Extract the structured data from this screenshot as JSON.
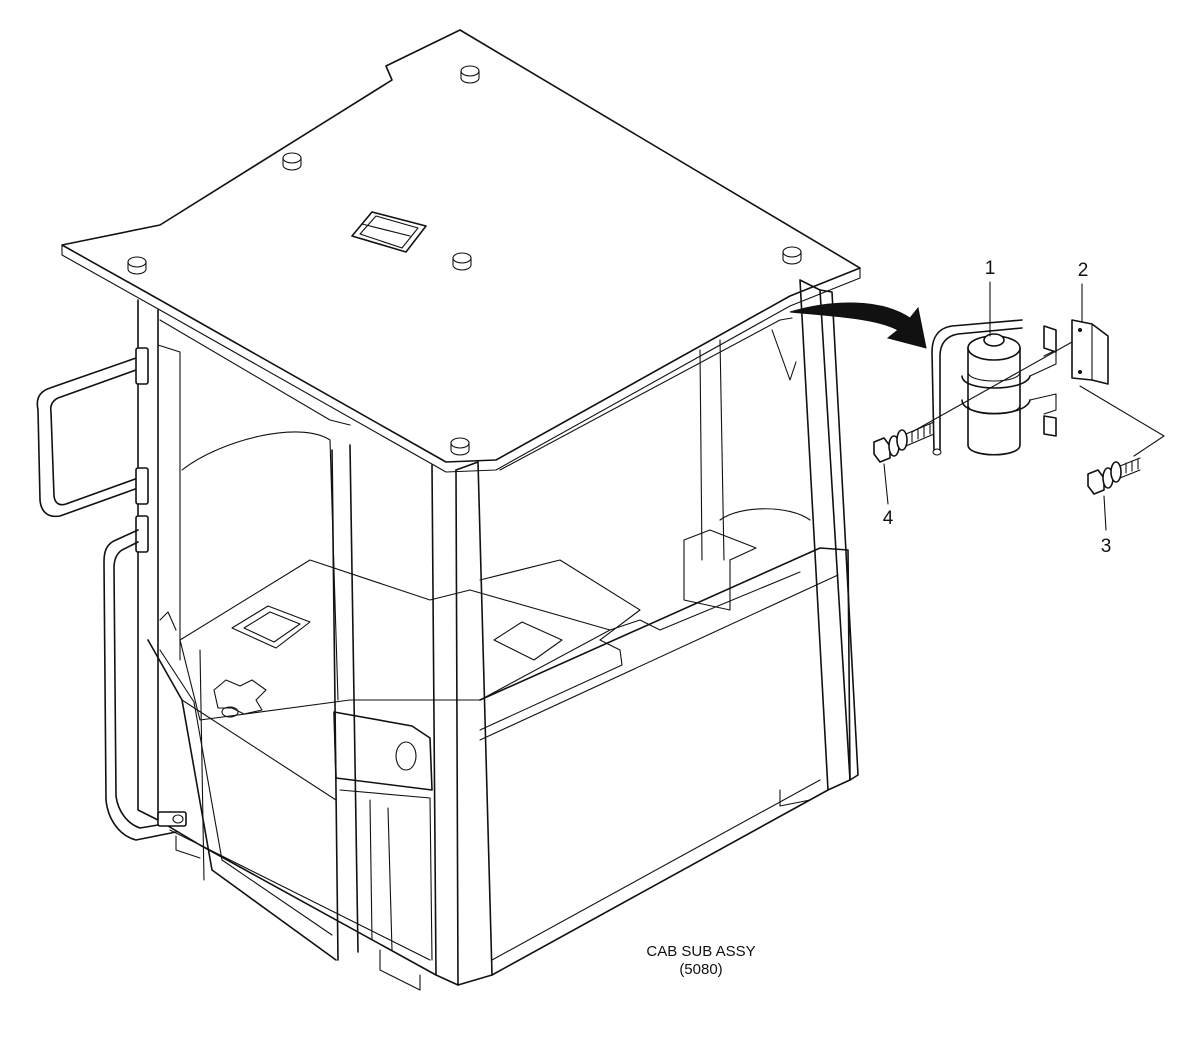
{
  "callouts": [
    {
      "id": "1",
      "label": "1"
    },
    {
      "id": "2",
      "label": "2"
    },
    {
      "id": "3",
      "label": "3"
    },
    {
      "id": "4",
      "label": "4"
    }
  ],
  "caption": {
    "line1": "CAB SUB ASSY",
    "line2": "(5080)"
  }
}
